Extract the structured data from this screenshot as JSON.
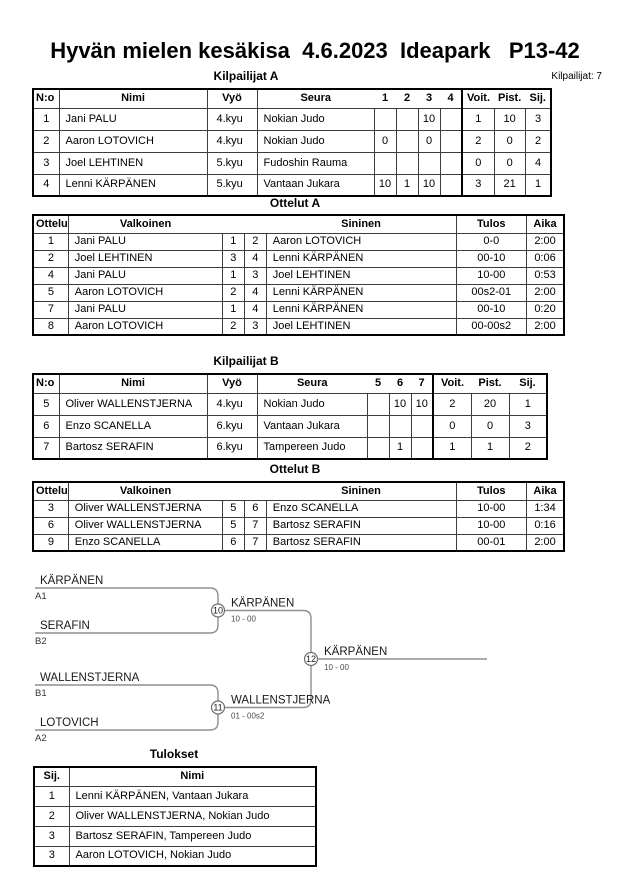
{
  "page": {
    "title": "Hyvän mielen kesäkisa  4.6.2023  Ideapark   P13-42",
    "competitors_count_label": "Kilpailijat: 7",
    "accent_colors": {
      "text": "#000000",
      "grid": "#3c3c3c",
      "bracket_line": "#8f8f8f"
    }
  },
  "sections": {
    "pool_a": {
      "heading": "Kilpailijat A",
      "table": {
        "headers": [
          "N:o",
          "Nimi",
          "Vyö",
          "Seura",
          "1",
          "2",
          "3",
          "4",
          "Voit.",
          "Pist.",
          "Sij."
        ],
        "rows": [
          [
            "1",
            "Jani PALU",
            "4.kyu",
            "Nokian Judo",
            "",
            "",
            "10",
            "",
            "1",
            "10",
            "3"
          ],
          [
            "2",
            "Aaron LOTOVICH",
            "4.kyu",
            "Nokian Judo",
            "0",
            "",
            "0",
            "",
            "2",
            "0",
            "2"
          ],
          [
            "3",
            "Joel LEHTINEN",
            "5.kyu",
            "Fudoshin Rauma",
            "",
            "",
            "",
            "",
            "0",
            "0",
            "4"
          ],
          [
            "4",
            "Lenni KÄRPÄNEN",
            "5.kyu",
            "Vantaan Jukara",
            "10",
            "1",
            "10",
            "",
            "3",
            "21",
            "1"
          ]
        ]
      }
    },
    "matches_a": {
      "heading": "Ottelut A",
      "table": {
        "headers": [
          "Ottelu",
          "Valkoinen",
          "",
          "",
          "Sininen",
          "Tulos",
          "Aika"
        ],
        "rows": [
          [
            "1",
            "Jani PALU",
            "1",
            "2",
            "Aaron LOTOVICH",
            "0-0",
            "2:00"
          ],
          [
            "2",
            "Joel LEHTINEN",
            "3",
            "4",
            "Lenni KÄRPÄNEN",
            "00-10",
            "0:06"
          ],
          [
            "4",
            "Jani PALU",
            "1",
            "3",
            "Joel LEHTINEN",
            "10-00",
            "0:53"
          ],
          [
            "5",
            "Aaron LOTOVICH",
            "2",
            "4",
            "Lenni KÄRPÄNEN",
            "00s2-01",
            "2:00"
          ],
          [
            "7",
            "Jani PALU",
            "1",
            "4",
            "Lenni KÄRPÄNEN",
            "00-10",
            "0:20"
          ],
          [
            "8",
            "Aaron LOTOVICH",
            "2",
            "3",
            "Joel LEHTINEN",
            "00-00s2",
            "2:00"
          ]
        ]
      }
    },
    "pool_b": {
      "heading": "Kilpailijat B",
      "table": {
        "headers": [
          "N:o",
          "Nimi",
          "Vyö",
          "Seura",
          "5",
          "6",
          "7",
          "Voit.",
          "Pist.",
          "Sij."
        ],
        "rows": [
          [
            "5",
            "Oliver WALLENSTJERNA",
            "4.kyu",
            "Nokian Judo",
            "",
            "10",
            "10",
            "2",
            "20",
            "1"
          ],
          [
            "6",
            "Enzo SCANELLA",
            "6.kyu",
            "Vantaan Jukara",
            "",
            "",
            "",
            "0",
            "0",
            "3"
          ],
          [
            "7",
            "Bartosz SERAFIN",
            "6.kyu",
            "Tampereen Judo",
            "",
            "1",
            "",
            "1",
            "1",
            "2"
          ]
        ]
      }
    },
    "matches_b": {
      "heading": "Ottelut B",
      "table": {
        "headers": [
          "Ottelu",
          "Valkoinen",
          "",
          "",
          "Sininen",
          "Tulos",
          "Aika"
        ],
        "rows": [
          [
            "3",
            "Oliver WALLENSTJERNA",
            "5",
            "6",
            "Enzo SCANELLA",
            "10-00",
            "1:34"
          ],
          [
            "6",
            "Oliver WALLENSTJERNA",
            "5",
            "7",
            "Bartosz SERAFIN",
            "10-00",
            "0:16"
          ],
          [
            "9",
            "Enzo SCANELLA",
            "6",
            "7",
            "Bartosz SERAFIN",
            "00-01",
            "2:00"
          ]
        ]
      }
    },
    "bracket": {
      "slots": [
        {
          "name": "KÄRPÄNEN",
          "seed": "A1"
        },
        {
          "name": "SERAFIN",
          "seed": "B2"
        },
        {
          "name": "WALLENSTJERNA",
          "seed": "B1"
        },
        {
          "name": "LOTOVICH",
          "seed": "A2"
        }
      ],
      "semifinal_1": {
        "match_no": "10",
        "winner": "KÄRPÄNEN",
        "score": "10 - 00"
      },
      "semifinal_2": {
        "match_no": "11",
        "winner": "WALLENSTJERNA",
        "score": "01 - 00s2"
      },
      "final": {
        "match_no": "12",
        "winner": "KÄRPÄNEN",
        "score": "10 - 00"
      }
    },
    "results": {
      "heading": "Tulokset",
      "table": {
        "headers": [
          "Sij.",
          "Nimi"
        ],
        "rows": [
          [
            "1",
            "Lenni KÄRPÄNEN, Vantaan Jukara"
          ],
          [
            "2",
            "Oliver WALLENSTJERNA, Nokian Judo"
          ],
          [
            "3",
            "Bartosz SERAFIN, Tampereen Judo"
          ],
          [
            "3",
            "Aaron LOTOVICH, Nokian Judo"
          ]
        ]
      }
    }
  }
}
